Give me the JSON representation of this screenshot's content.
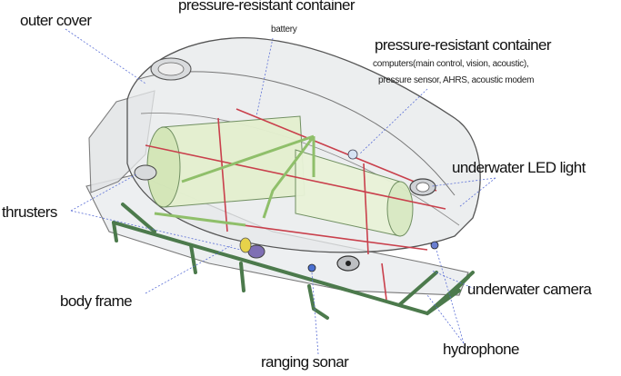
{
  "labels": {
    "outer_cover": "outer cover",
    "pressure_container_top": "pressure-resistant container",
    "battery": "battery",
    "pressure_container_main": "pressure-resistant container",
    "computers_line1": "computers(main control, vision, acoustic),",
    "computers_line2": "pressure sensor, AHRS, acoustic modem",
    "underwater_led_light": "underwater LED light",
    "thrusters": "thrusters",
    "body_frame": "body frame",
    "underwater_camera": "underwater camera",
    "hydrophone": "hydrophone",
    "ranging_sonar": "ranging sonar"
  },
  "colors": {
    "leader_line": "#5b6fd6",
    "cover_outline": "#555555",
    "cover_fill": "#e6e8ea",
    "skid_green": "#4c7a4c",
    "container_fill": "#e4f0cf",
    "frame_red": "#c9404c",
    "frame_green": "#8fbf6a"
  }
}
